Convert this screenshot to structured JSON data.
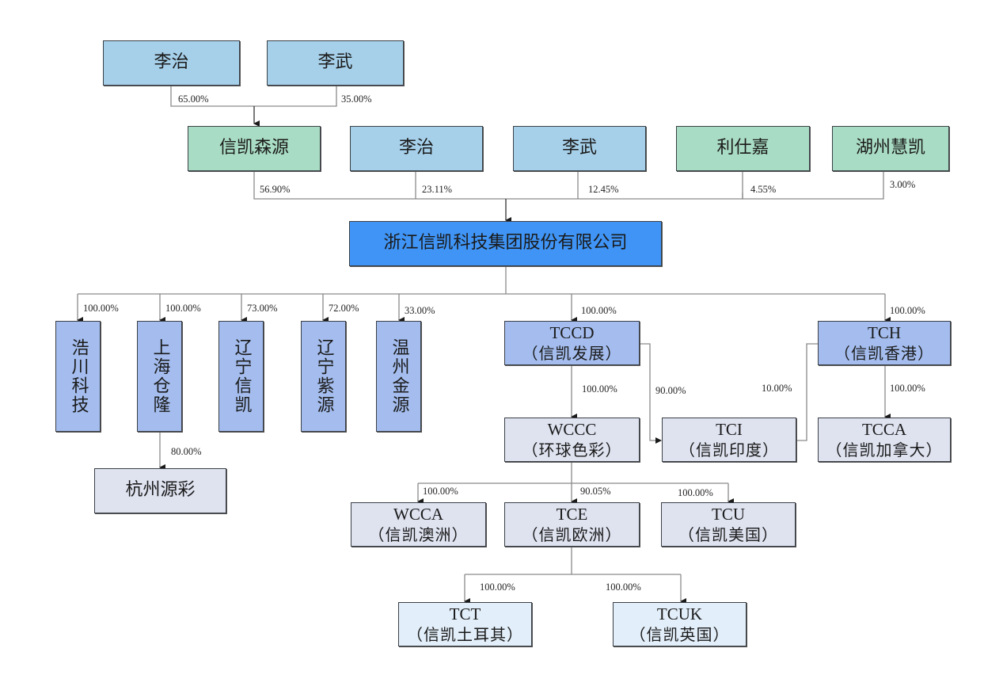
{
  "colors": {
    "shareholder_person": "#a6d0ea",
    "shareholder_entity": "#a9dcc4",
    "parent_company": "#3f94f5",
    "direct_subsidiary": "#a4bdee",
    "indirect_subsidiary": "#dfe3f0",
    "third_tier_subsidiary": "#e2eef9",
    "connector": "#8a8a8a"
  },
  "tier0": [
    {
      "id": "li_zhi_upper",
      "name": "李治"
    },
    {
      "id": "li_wu_upper",
      "name": "李武"
    }
  ],
  "tier0_links": [
    {
      "from": "li_zhi_upper",
      "to": "xinkai_senyuan",
      "pct": "65.00%"
    },
    {
      "from": "li_wu_upper",
      "to": "xinkai_senyuan",
      "pct": "35.00%"
    }
  ],
  "shareholders": [
    {
      "id": "xinkai_senyuan",
      "name": "信凯森源",
      "pct": "56.90%"
    },
    {
      "id": "li_zhi",
      "name": "李治",
      "pct": "23.11%"
    },
    {
      "id": "li_wu",
      "name": "李武",
      "pct": "12.45%"
    },
    {
      "id": "li_shi_jia",
      "name": "利仕嘉",
      "pct": "4.55%"
    },
    {
      "id": "huzhou_huikai",
      "name": "湖州慧凯",
      "pct": "3.00%"
    }
  ],
  "parent": {
    "name": "浙江信凯科技集团股份有限公司"
  },
  "domestic_subs": [
    {
      "id": "haochuan",
      "name": "浩川科技",
      "pct": "100.00%"
    },
    {
      "id": "shanghai_canglong",
      "name": "上海仓隆",
      "pct": "100.00%"
    },
    {
      "id": "liaoning_xinkai",
      "name": "辽宁信凯",
      "pct": "73.00%"
    },
    {
      "id": "liaoning_ziyuan",
      "name": "辽宁紫源",
      "pct": "72.00%"
    },
    {
      "id": "wenzhou_jinyuan",
      "name": "温州金源",
      "pct": "33.00%"
    }
  ],
  "hangzhou": {
    "name": "杭州源彩",
    "pct": "80.00%"
  },
  "tccd": {
    "code": "TCCD",
    "name": "（信凯发展）",
    "pct": "100.00%"
  },
  "tch": {
    "code": "TCH",
    "name": "（信凯香港）",
    "pct": "100.00%"
  },
  "wccc": {
    "code": "WCCC",
    "name": "（环球色彩）",
    "pct": "100.00%"
  },
  "tci": {
    "code": "TCI",
    "name": "（信凯印度）",
    "pct_from_tccd": "90.00%",
    "pct_from_tch": "10.00%"
  },
  "tcca": {
    "code": "TCCA",
    "name": "（信凯加拿大）",
    "pct": "100.00%"
  },
  "wccc_subs": [
    {
      "id": "wcca",
      "code": "WCCA",
      "name": "（信凯澳洲）",
      "pct": "100.00%"
    },
    {
      "id": "tce",
      "code": "TCE",
      "name": "（信凯欧洲）",
      "pct": "90.05%"
    },
    {
      "id": "tcu",
      "code": "TCU",
      "name": "（信凯美国）",
      "pct": "100.00%"
    }
  ],
  "tce_subs": [
    {
      "id": "tct",
      "code": "TCT",
      "name": "（信凯土耳其）",
      "pct": "100.00%"
    },
    {
      "id": "tcuk",
      "code": "TCUK",
      "name": "（信凯英国）",
      "pct": "100.00%"
    }
  ]
}
